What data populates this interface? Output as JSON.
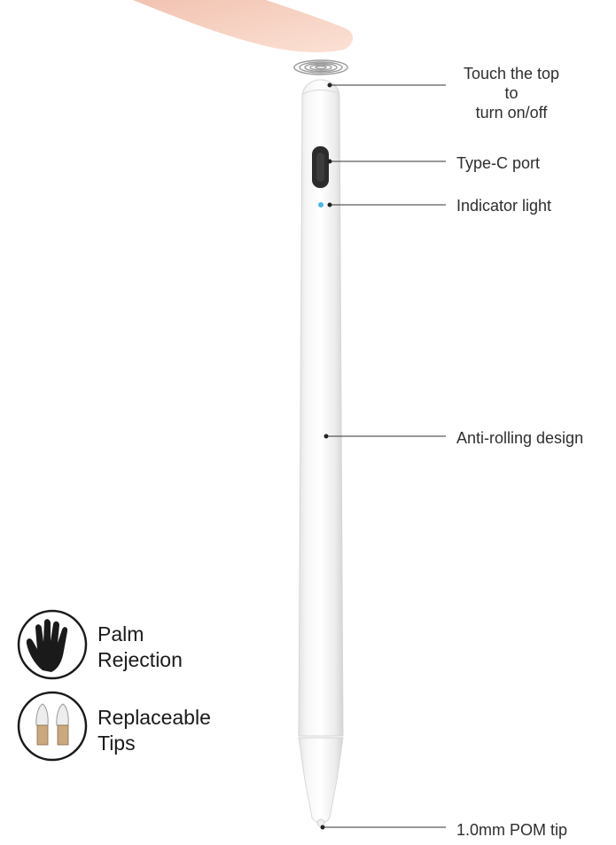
{
  "callouts": {
    "touch_top": [
      "Touch the top to",
      "turn on/off"
    ],
    "type_c": "Type-C port",
    "indicator": "Indicator light",
    "anti_rolling": "Anti-rolling design",
    "tip": "1.0mm POM tip"
  },
  "features": {
    "palm": [
      "Palm",
      "Rejection"
    ],
    "tips": [
      "Replaceable",
      "Tips"
    ]
  },
  "colors": {
    "indicator_led": "#48b6f0",
    "pen_body": "#f4f4f4",
    "finger": "#f7d2c4",
    "tip_base": "#c9a97d"
  },
  "icons": {
    "finger": "finger-icon",
    "touch_ripple": "touch-ripple-icon",
    "palm": "hand-icon",
    "tips": "pen-tips-icon"
  }
}
